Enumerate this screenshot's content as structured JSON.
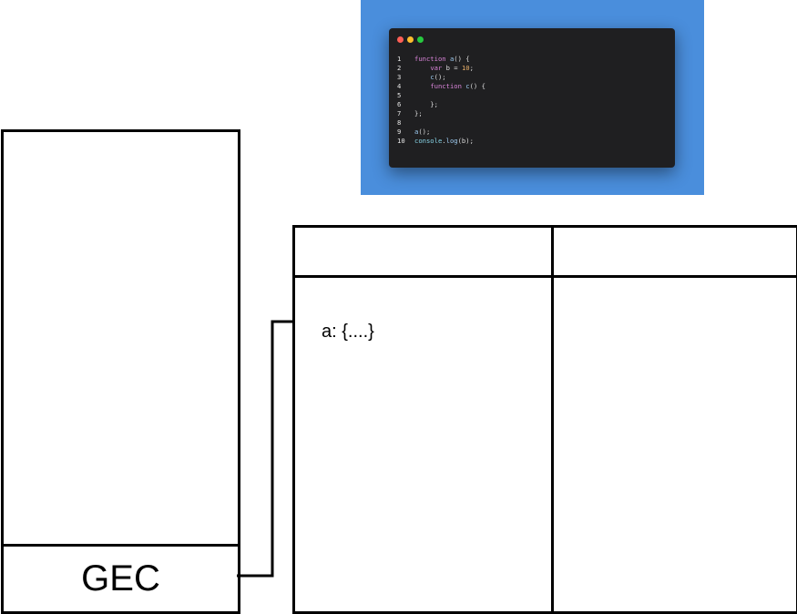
{
  "code_snippet": {
    "window_dots": [
      {
        "name": "close-dot",
        "color": "#ff5f56"
      },
      {
        "name": "minimize-dot",
        "color": "#ffbd2e"
      },
      {
        "name": "maximize-dot",
        "color": "#27c93f"
      }
    ],
    "lines": [
      {
        "num": "1",
        "tokens": [
          {
            "t": "kw",
            "v": "function "
          },
          {
            "t": "fn",
            "v": "a"
          },
          {
            "t": "pl",
            "v": "() {"
          }
        ]
      },
      {
        "num": "2",
        "tokens": [
          {
            "t": "pl",
            "v": "    "
          },
          {
            "t": "kw",
            "v": "var "
          },
          {
            "t": "pl",
            "v": "b = "
          },
          {
            "t": "num",
            "v": "10"
          },
          {
            "t": "pl",
            "v": ";"
          }
        ]
      },
      {
        "num": "3",
        "tokens": [
          {
            "t": "pl",
            "v": "    "
          },
          {
            "t": "fn",
            "v": "c"
          },
          {
            "t": "pl",
            "v": "();"
          }
        ]
      },
      {
        "num": "4",
        "tokens": [
          {
            "t": "pl",
            "v": "    "
          },
          {
            "t": "kw",
            "v": "function "
          },
          {
            "t": "fn",
            "v": "c"
          },
          {
            "t": "pl",
            "v": "() {"
          }
        ]
      },
      {
        "num": "5",
        "tokens": []
      },
      {
        "num": "6",
        "tokens": [
          {
            "t": "pl",
            "v": "    };"
          }
        ]
      },
      {
        "num": "7",
        "tokens": [
          {
            "t": "pl",
            "v": "};"
          }
        ]
      },
      {
        "num": "8",
        "tokens": []
      },
      {
        "num": "9",
        "tokens": [
          {
            "t": "fn",
            "v": "a"
          },
          {
            "t": "pl",
            "v": "();"
          }
        ]
      },
      {
        "num": "10",
        "tokens": [
          {
            "t": "obj",
            "v": "console"
          },
          {
            "t": "pl",
            "v": "."
          },
          {
            "t": "fn",
            "v": "log"
          },
          {
            "t": "pl",
            "v": "(b);"
          }
        ]
      }
    ]
  },
  "call_stack": {
    "bottom_frame_label": "GEC"
  },
  "execution_context": {
    "memory_entries": [
      "a: {....}"
    ]
  },
  "colors": {
    "code_background": "#4a8edc",
    "code_window": "#1f1f21",
    "lines": "#000000"
  }
}
